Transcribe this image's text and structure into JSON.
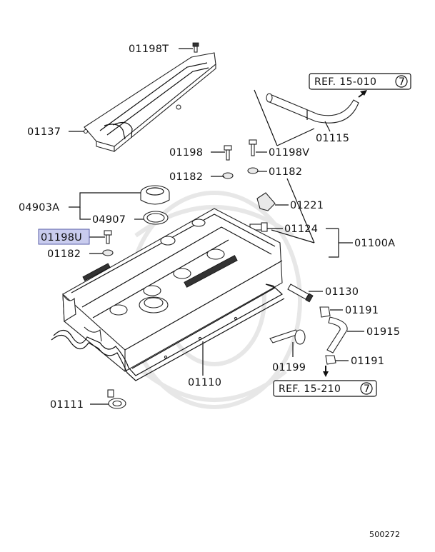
{
  "diagram_id": "500272",
  "highlight_color": "#c9ccee",
  "highlight_border": "#5a5fa8",
  "labels": {
    "p01198T": "01198T",
    "p01137": "01137",
    "p01198": "01198",
    "p01198V": "01198V",
    "p01182_top_left": "01182",
    "p01182_top_right": "01182",
    "p04903A": "04903A",
    "p04907": "04907",
    "p01221": "01221",
    "p01198U": "01198U",
    "p01124": "01124",
    "p01100A": "01100A",
    "p01182_left": "01182",
    "p01130": "01130",
    "p01191_top": "01191",
    "p01915": "01915",
    "p01199": "01199",
    "p01191_bottom": "01191",
    "p01110": "01110",
    "p01111": "01111",
    "p01115": "01115"
  },
  "refs": {
    "ref_top": {
      "text": "REF. 15-010",
      "circled": "7"
    },
    "ref_bottom": {
      "text": "REF. 15-210",
      "circled": "7"
    }
  },
  "icons": {
    "arrow": "arrow-icon",
    "circled_number": "circled-number-icon"
  }
}
